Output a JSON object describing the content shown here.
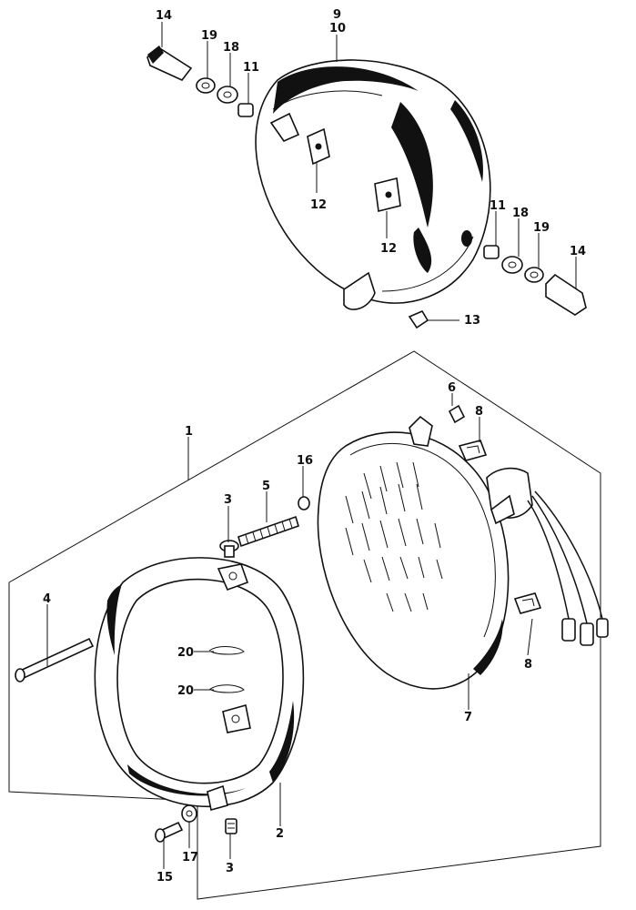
{
  "callouts": {
    "c1": "1",
    "c2": "2",
    "c3a": "3",
    "c3b": "3",
    "c4": "4",
    "c5": "5",
    "c6": "6",
    "c7": "7",
    "c8a": "8",
    "c8b": "8",
    "c9": "9",
    "c10": "10",
    "c11a": "11",
    "c11b": "11",
    "c12a": "12",
    "c12b": "12",
    "c13": "13",
    "c14a": "14",
    "c14b": "14",
    "c15": "15",
    "c16": "16",
    "c17": "17",
    "c18a": "18",
    "c18b": "18",
    "c19a": "19",
    "c19b": "19",
    "c20a": "20",
    "c20b": "20"
  },
  "colors": {
    "ink": "#111111",
    "paper": "#ffffff"
  }
}
